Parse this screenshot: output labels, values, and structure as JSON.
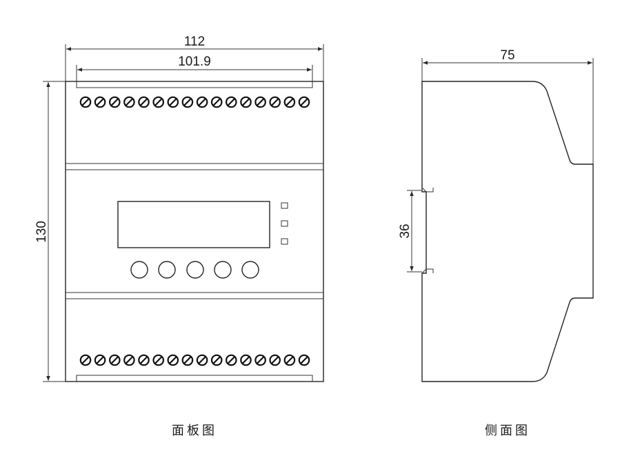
{
  "front_view": {
    "caption": "面板图",
    "dim_width_outer": "112",
    "dim_width_inner": "101.9",
    "dim_height": "130",
    "terminal_count_top": 16,
    "terminal_count_bottom": 16,
    "button_count": 5,
    "indicator_count": 3
  },
  "side_view": {
    "caption": "侧面图",
    "dim_depth": "75",
    "dim_rail": "36"
  }
}
